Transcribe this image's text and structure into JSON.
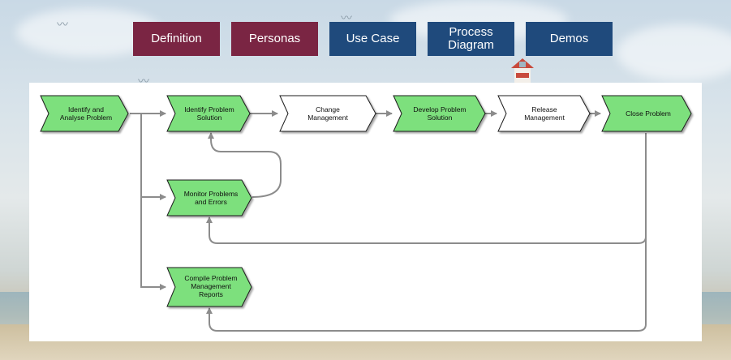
{
  "nav": {
    "definition": "Definition",
    "personas": "Personas",
    "use_case": "Use Case",
    "process_diagram_line1": "Process",
    "process_diagram_line2": "Diagram",
    "demos": "Demos"
  },
  "colors": {
    "nav_maroon": "#7a2543",
    "nav_navy": "#1f4a7c",
    "node_green": "#7de07d",
    "node_white": "#ffffff",
    "connector": "#8c8c8c"
  },
  "diagram": {
    "nodes": [
      {
        "id": "identify-analyse",
        "lines": [
          "Identify and",
          "Analyse Problem"
        ],
        "fill": "green"
      },
      {
        "id": "identify-solution",
        "lines": [
          "Identify Problem",
          "Solution"
        ],
        "fill": "green"
      },
      {
        "id": "change-mgmt",
        "lines": [
          "Change",
          "Management"
        ],
        "fill": "white"
      },
      {
        "id": "develop-solution",
        "lines": [
          "Develop Problem",
          "Solution"
        ],
        "fill": "green"
      },
      {
        "id": "release-mgmt",
        "lines": [
          "Release",
          "Management"
        ],
        "fill": "white"
      },
      {
        "id": "close-problem",
        "lines": [
          "Close Problem"
        ],
        "fill": "green"
      },
      {
        "id": "monitor",
        "lines": [
          "Monitor Problems",
          "and Errors"
        ],
        "fill": "green"
      },
      {
        "id": "compile-reports",
        "lines": [
          "Compile Problem",
          "Management",
          "Reports"
        ],
        "fill": "green"
      }
    ]
  }
}
